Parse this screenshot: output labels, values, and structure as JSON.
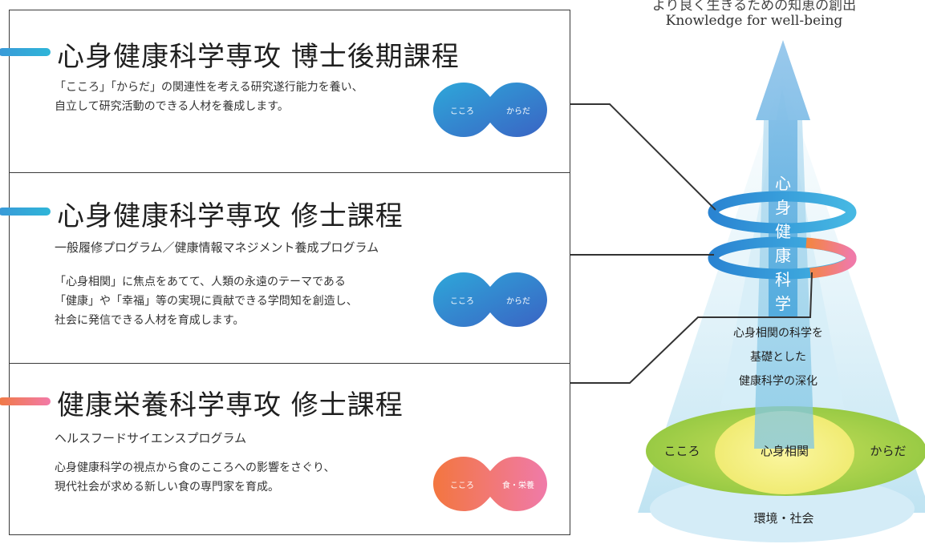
{
  "header": {
    "jp_partial": "より良く生きるための知恵の創出",
    "en": "Knowledge for well-being"
  },
  "programs": [
    {
      "title": "心身健康科学専攻 博士後期課程",
      "subtitle": "",
      "desc": [
        "「こころ」「からだ」の関連性を考える研究遂行能力を養い、",
        "自立して研究活動のできる人材を養成します。"
      ],
      "badge": [
        "こころ",
        "からだ"
      ],
      "color": "#3a8fd6"
    },
    {
      "title": "心身健康科学専攻 修士課程",
      "subtitle": "一般履修プログラム／健康情報マネジメント養成プログラム",
      "desc": [
        "「心身相関」に焦点をあてて、人類の永遠のテーマである",
        "「健康」や「幸福」等の実現に貢献できる学問知を創造し、",
        "社会に発信できる人材を育成します。"
      ],
      "badge": [
        "こころ",
        "からだ"
      ],
      "color": "#3a8fd6"
    },
    {
      "title": "健康栄養科学専攻 修士課程",
      "subtitle": "ヘルスフードサイエンスプログラム",
      "desc": [
        "心身健康科学の視点から食のこころへの影響をさぐり、",
        "現代社会が求める新しい食の専門家を育成。"
      ],
      "badge": [
        "こころ",
        "食・栄養"
      ],
      "color": "#f07a6a"
    }
  ],
  "diagram": {
    "vertical_label": [
      "心",
      "身",
      "健",
      "康",
      "科",
      "学"
    ],
    "cone_text": [
      "心身相関の科学を",
      "基礎とした",
      "健康科学の深化"
    ],
    "base_left": "こころ",
    "base_center": "心身相関",
    "base_right": "からだ",
    "bottom": "環境・社会"
  }
}
